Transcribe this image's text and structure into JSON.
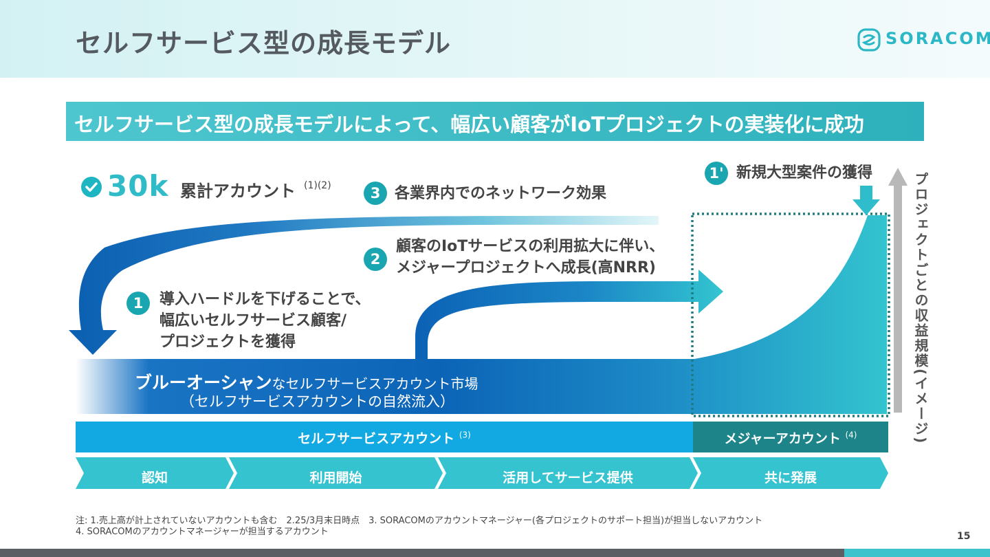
{
  "page": {
    "title": "セルフサービス型の成長モデル",
    "page_number": "15"
  },
  "logo": {
    "text": "SORACOM"
  },
  "banner": {
    "text": "セルフサービス型の成長モデルによって、幅広い顧客がIoTプロジェクトの実装化に成功"
  },
  "stat": {
    "value": "30k",
    "label": "累計アカウント",
    "notes": "(1)(2)"
  },
  "steps": [
    {
      "number": "1",
      "line1": "導入ハードルを下げることで、",
      "line2": "幅広いセルフサービス顧客/",
      "line3": "プロジェクトを獲得"
    },
    {
      "number": "2",
      "line1": "顧客のIoTサービスの利用拡大に伴い、",
      "line2": "メジャープロジェクトへ成長(高NRR)"
    },
    {
      "number": "3",
      "line1": "各業界内でのネットワーク効果"
    },
    {
      "number": "1'",
      "line1": "新規大型案件の獲得"
    }
  ],
  "ocean": {
    "highlight": "ブルーオーシャン",
    "rest": "なセルフサービスアカウント市場",
    "line2": "（セルフサービスアカウントの自然流入）"
  },
  "accounts": {
    "self": {
      "label": "セルフサービスアカウント",
      "note": "(3)"
    },
    "major": {
      "label": "メジャーアカウント",
      "note": "(4)"
    }
  },
  "stages": [
    "認知",
    "利用開始",
    "活用してサービス提供",
    "共に発展"
  ],
  "vertical_axis_label": "プロジェクトごとの収益規模(イメージ)",
  "footnotes": {
    "line1": "注: 1.売上高が計上されていないアカウントも含む　2.25/3月末日時点　3. SORACOMのアカウントマネージャー(各プロジェクトのサポート担当)が担当しないアカウント",
    "line2": "4. SORACOMのアカウントマネージャーが担当するアカウント"
  },
  "colors": {
    "teal": "#2eb1bc",
    "blue": "#0b62b8",
    "sky": "#12a9e3",
    "dark_teal": "#1d858a",
    "title_gray": "#555a60"
  }
}
